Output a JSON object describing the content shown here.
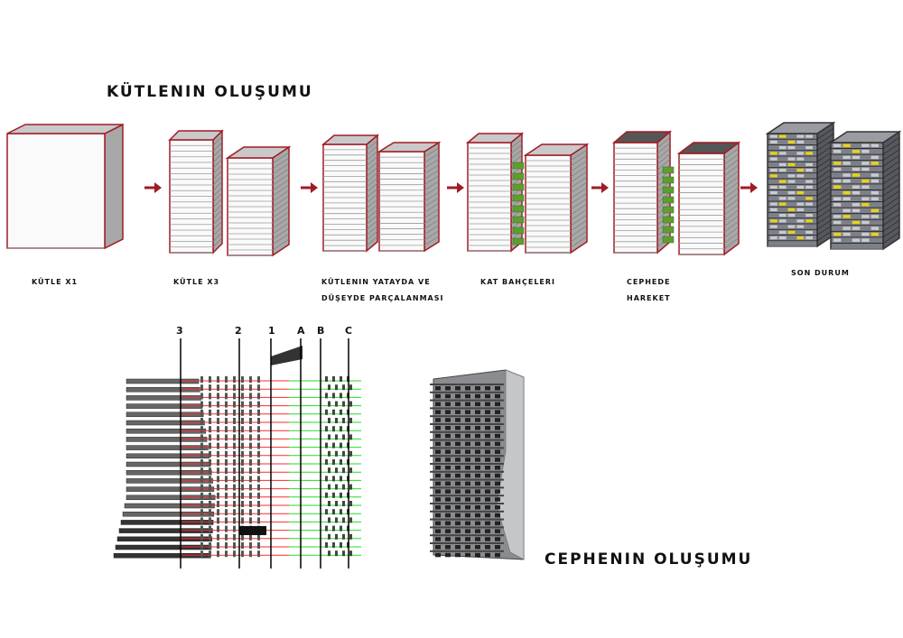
{
  "titles": {
    "mass": "KÜTLENIN OLUŞUMU",
    "facade": "CEPHENIN OLUŞUMU"
  },
  "stages": [
    {
      "label": "KÜTLE X1"
    },
    {
      "label": "KÜTLE X3"
    },
    {
      "label_line1": "KÜTLENIN YATAYDA VE",
      "label_line2": "DÜŞEYDE PARÇALANMASI"
    },
    {
      "label": "KAT BAHÇELERI"
    },
    {
      "label_line1": "CEPHEDE",
      "label_line2": "HAREKET"
    },
    {
      "label": "SON DURUM"
    }
  ],
  "grid_axes": [
    "3",
    "2",
    "1",
    "A",
    "B",
    "C"
  ],
  "colors": {
    "outline_red": "#a01c25",
    "arrow_red": "#a01c25",
    "garden_green": "#5d9e2f",
    "grid_red": "#ff2a2a",
    "grid_green": "#22dd22",
    "window_yellow": "#e8d21a"
  }
}
